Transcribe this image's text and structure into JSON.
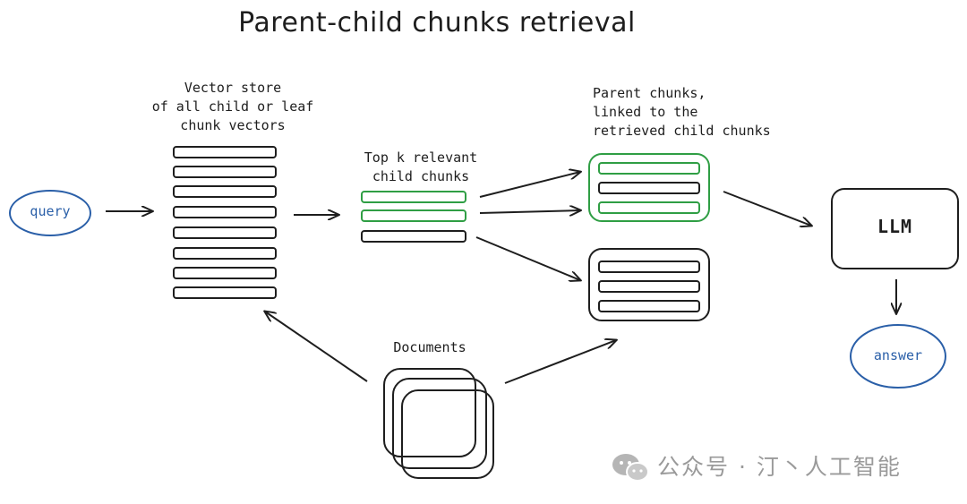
{
  "title": "Parent-child chunks retrieval",
  "nodes": {
    "query": "query",
    "vector_store_label": [
      "Vector store",
      "of all child or leaf",
      "chunk vectors"
    ],
    "topk_label": [
      "Top k relevant",
      "child chunks"
    ],
    "parent_label": [
      "Parent chunks,",
      "linked to the",
      "retrieved child chunks"
    ],
    "documents_label": "Documents",
    "llm": "LLM",
    "answer": "answer"
  },
  "watermark": {
    "text": "公众号 · 汀丶人工智能",
    "icon": "wechat-icon"
  },
  "colors": {
    "ink": "#1e1e1e",
    "green": "#2f9e44",
    "blue": "#2a5fa8",
    "watermark": "#9a9a9a"
  }
}
